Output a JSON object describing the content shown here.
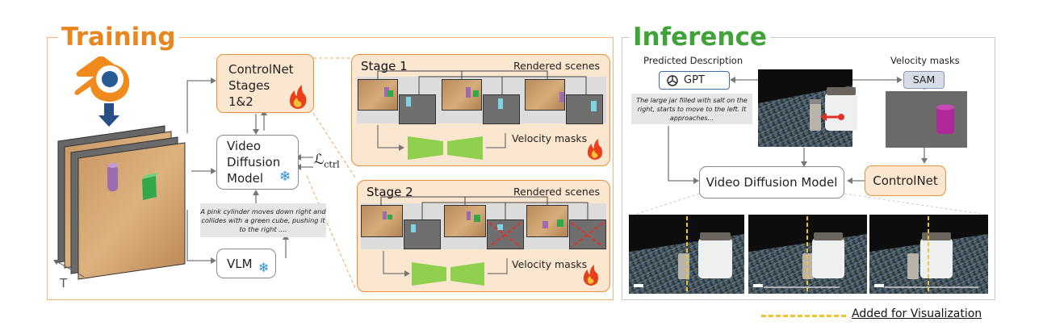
{
  "training": {
    "title": "Training",
    "controlnet_label": "ControlNet\nStages\n1&2",
    "diffusion_label": "Video\nDiffusion\nModel",
    "vlm_label": "VLM",
    "loss_label": "ℒ",
    "loss_subscript": "ctrl",
    "caption": "A pink cylinder moves down right and collides with a green cube, pushing it to the right ....",
    "time_axis_label": "T",
    "stage1": {
      "title": "Stage 1",
      "rendered_label": "Rendered scenes",
      "velocity_label": "Velocity masks"
    },
    "stage2": {
      "title": "Stage 2",
      "rendered_label": "Rendered scenes",
      "velocity_label": "Velocity masks"
    }
  },
  "inference": {
    "title": "Inference",
    "predicted_description_label": "Predicted Description",
    "gpt_label": "GPT",
    "velocity_masks_label": "Velocity masks",
    "sam_label": "SAM",
    "description_text": "The large jar filled with salt on the right, starts to move to the left. It approaches...",
    "diffusion_label": "Video Diffusion Model",
    "controlnet_label": "ControlNet"
  },
  "legend": {
    "label": "Added for Visualization"
  },
  "colors": {
    "training_accent": "#e8861f",
    "inference_accent": "#3fa33a",
    "stage_fill": "#fbe6cf",
    "velocity_mask_cyan": "#7fd3e6",
    "mask_purple": "#b0299a",
    "network_green": "#8fd14f",
    "cross_red": "#e0302a",
    "dashed_yellow": "#f2c12e"
  },
  "icons": {
    "blender": "blender-logo-icon",
    "fire": "fire-icon",
    "snowflake": "snowflake-icon",
    "openai": "openai-logo-icon",
    "down_arrow": "down-arrow-icon"
  }
}
